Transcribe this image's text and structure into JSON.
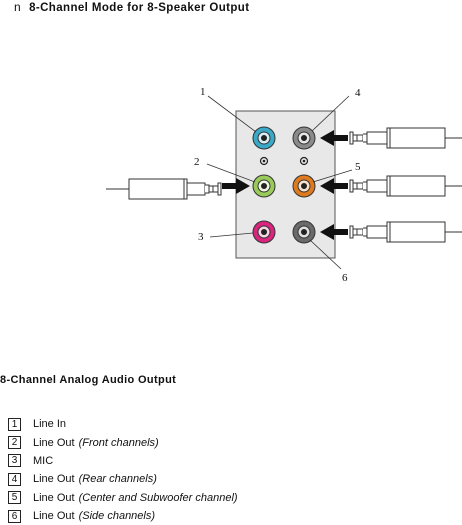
{
  "heading": {
    "bullet": "n",
    "text": "8-Channel Mode for 8-Speaker Output"
  },
  "diagram": {
    "callouts": [
      "1",
      "2",
      "3",
      "4",
      "5",
      "6"
    ],
    "jack_colors": {
      "line_in": "#3aa9c8",
      "front": "#9acb5a",
      "mic": "#d8267e",
      "rear": "#8a8a8a",
      "center_sub": "#e07a1e",
      "side": "#6a6a6a"
    }
  },
  "subheading": "8-Channel Analog Audio Output",
  "legend": [
    {
      "num": "1",
      "label": "Line In",
      "desc": ""
    },
    {
      "num": "2",
      "label": "Line Out",
      "desc": "(Front channels)"
    },
    {
      "num": "3",
      "label": "MIC",
      "desc": ""
    },
    {
      "num": "4",
      "label": "Line Out",
      "desc": "(Rear channels)"
    },
    {
      "num": "5",
      "label": "Line Out",
      "desc": "(Center and Subwoofer channel)"
    },
    {
      "num": "6",
      "label": "Line Out",
      "desc": "(Side channels)"
    }
  ]
}
